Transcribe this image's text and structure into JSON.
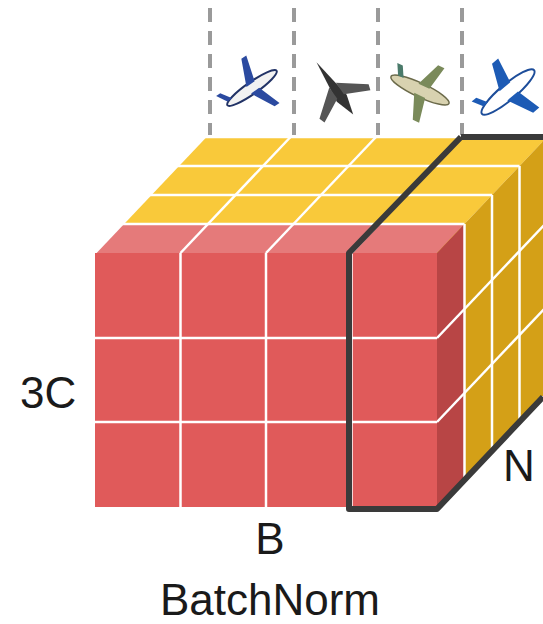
{
  "diagram": {
    "labels": [
      "3C",
      "B",
      "BatchNorm",
      "N"
    ]
  }
}
